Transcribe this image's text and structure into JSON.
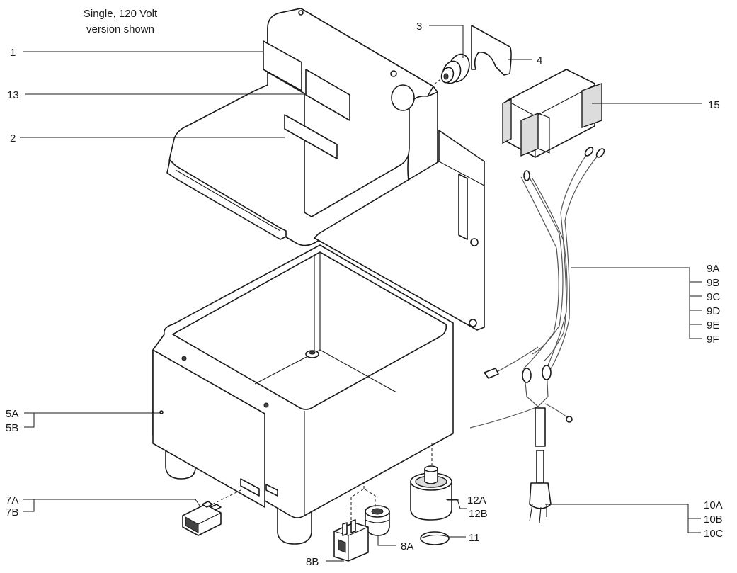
{
  "note": {
    "line1": "Single, 120 Volt",
    "line2": "version shown"
  },
  "callouts": {
    "c1": "1",
    "c13": "13",
    "c2": "2",
    "c3": "3",
    "c4": "4",
    "c15": "15",
    "c9A": "9A",
    "c9B": "9B",
    "c9C": "9C",
    "c9D": "9D",
    "c9E": "9E",
    "c9F": "9F",
    "c5A": "5A",
    "c5B": "5B",
    "c7A": "7A",
    "c7B": "7B",
    "c12A": "12A",
    "c12B": "12B",
    "c11": "11",
    "c10A": "10A",
    "c10B": "10B",
    "c10C": "10C",
    "c8A": "8A",
    "c8B": "8B"
  }
}
